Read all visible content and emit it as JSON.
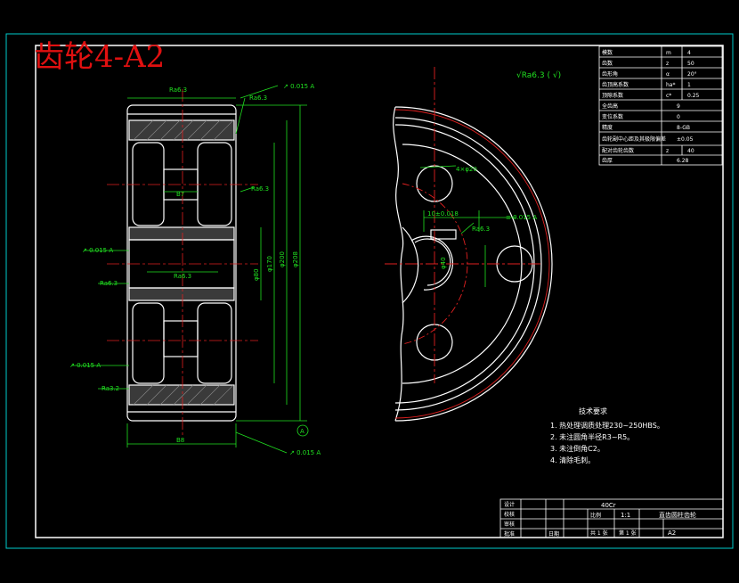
{
  "title": "齿轮4-A2",
  "surface_mark": "√Ra6.3 ( √)",
  "param_table": [
    {
      "name": "模数",
      "sym": "m",
      "val": "4"
    },
    {
      "name": "齿数",
      "sym": "z",
      "val": "50"
    },
    {
      "name": "齿形角",
      "sym": "α",
      "val": "20°"
    },
    {
      "name": "齿顶高系数",
      "sym": "ha*",
      "val": "1"
    },
    {
      "name": "顶隙系数",
      "sym": "c*",
      "val": "0.25"
    },
    {
      "name": "全齿高",
      "sym": "",
      "val": "9"
    },
    {
      "name": "变位系数",
      "sym": "",
      "val": "0"
    },
    {
      "name": "精度",
      "sym": "",
      "val": "8-GB"
    },
    {
      "name": "齿轮副中心距及其极限偏差",
      "sym": "",
      "val": "±0.05"
    },
    {
      "name": "配对齿轮齿数",
      "sym": "z",
      "val": "40"
    },
    {
      "name": "齿厚",
      "sym": "",
      "val": "6.28"
    }
  ],
  "dims": {
    "top_width": "Ra6.3",
    "top_tol": "↗ 0.015 A",
    "right_ra1": "Ra6.3",
    "right_ra2": "Ra6.3",
    "web": "B7",
    "left_tol": "↗ 0.015 A",
    "left_ra": "Ra6.3",
    "mid_label": "Ra6.3",
    "bottom_tol": "↗ 0.015 A",
    "left_ra2": "Ra3.2",
    "d_inner": "φ80",
    "d_mid": "φ170",
    "d_pitch": "φ200",
    "d_outer": "φ208",
    "width": "B8",
    "datum": "A"
  },
  "side_view": {
    "hole_label": "4×φ20",
    "key_dim": "10±0.018",
    "key_tol": "≡ 0.015 A",
    "ra": "Ra6.3",
    "bore": "φ40"
  },
  "tech_req": {
    "title": "技术要求",
    "items": [
      "1. 热处理调质处理230~250HBS。",
      "2. 未注圆角半径R3~R5。",
      "3. 未注倒角C2。",
      "4. 清除毛刺。"
    ]
  },
  "title_block": {
    "material": "40Cr",
    "scale_label": "比例",
    "scale": "1:1",
    "drawing_name": "直齿圆柱齿轮",
    "sheet_a": "共 1 张",
    "sheet_b": "第 1 张",
    "paper": "A2",
    "rows": [
      "设计",
      "校核",
      "审核",
      "批准"
    ],
    "date_label": "日期"
  }
}
